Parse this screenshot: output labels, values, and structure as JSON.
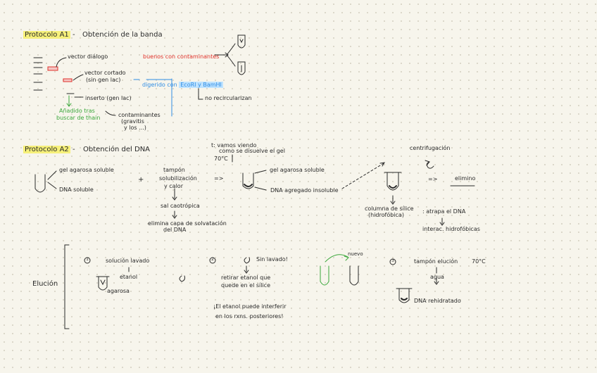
{
  "a1": {
    "heading": "Protocolo A1",
    "dash": "-",
    "subtitle": "Obtención de la banda",
    "vector_deleted": "vector diálogo",
    "vector_cut_1": "vector cortado",
    "vector_cut_2": "(sin gen lac)",
    "insert": "inserto (gen lac)",
    "green_1": "Añadido tras",
    "green_2": "buscar de thain",
    "contaminants_1": "contaminantes",
    "contaminants_2": "(gravitis",
    "contaminants_3": "y los ...)",
    "red_note": "buenos con contaminantes",
    "blue_prefix": "digerido con",
    "blue_enzymes": "EcoRI y BamHI",
    "no_recirc": "no recircularizan"
  },
  "a2": {
    "heading": "Protocolo A2",
    "dash": "-",
    "subtitle": "Obtención del DNA",
    "gel_soluble": "gel agarosa soluble",
    "dna_soluble": "DNA soluble",
    "plus": "+",
    "buffer_1": "tampón",
    "buffer_2": "solubilización",
    "buffer_3": "y calor",
    "chaotropic": "sal caotrópica",
    "removes_1": "elimina capa de solvatación",
    "removes_2": "del DNA",
    "temp_note_1": "t: vamos viendo",
    "temp_note_2": "como se disuelve el gel",
    "temp_70": "70°C",
    "arrow_double": "=>",
    "gel_soluble_2": "gel agarosa soluble",
    "dna_aggregated": "DNA agregado insoluble",
    "centrifugation": "centrifugación",
    "eliminate": "elimino",
    "silica_1": "columna de sílice",
    "silica_2": "(hidrofóbica)",
    "traps": ": atrapa el DNA",
    "hydrophobic": "interac. hidrofóbicas"
  },
  "elution": {
    "label": "Elución",
    "n1": "1",
    "wash_sol": "solución lavado",
    "ethanol": "etanol",
    "agarose": "agarosa",
    "n2": "2",
    "no_wash": "Sin lavado!",
    "remove_1": "retirar etanol que",
    "remove_2": "quede en el sílice",
    "warn_1": "¡El etanol puede interferir",
    "warn_2": "en los rxns. posteriores!",
    "new": "nuevo",
    "n3": "3",
    "elution_buffer": "tampón elución",
    "temp_70": "70°C",
    "water": "agua",
    "dna_rehydrated": "DNA rehidratado"
  }
}
